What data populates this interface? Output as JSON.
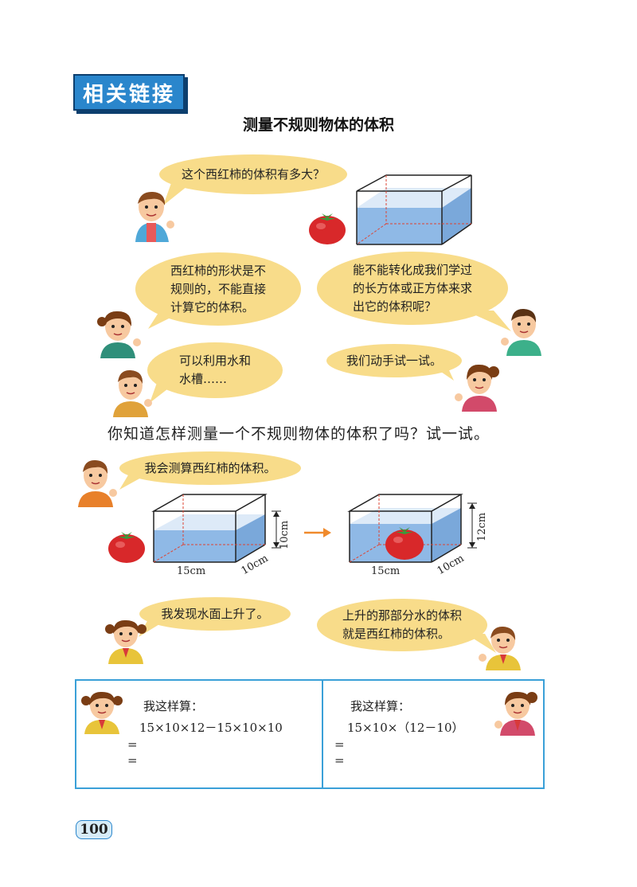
{
  "header": {
    "tag": "相关链接",
    "title": "测量不规则物体的体积"
  },
  "dialog": {
    "b1": "这个西红柿的体积有多大？",
    "b2": "西红柿的形状是不\n规则的，不能直接\n计算它的体积。",
    "b3": "能不能转化成我们学过\n的长方体或正方体来求\n出它的体积呢？",
    "b4": "可以利用水和\n水槽……",
    "b5": "我们动手试一试。"
  },
  "question": "你知道怎样测量一个不规则物体的体积了吗？试一试。",
  "experiment": {
    "bubble": "我会测算西红柿的体积。",
    "before": {
      "length": "15cm",
      "width": "10cm",
      "height": "10cm"
    },
    "after": {
      "length": "15cm",
      "width": "10cm",
      "height": "12cm"
    }
  },
  "dialog2": {
    "b1": "我发现水面上升了。",
    "b2": "上升的那部分水的体积\n就是西红柿的体积。"
  },
  "calc": {
    "left": {
      "title": "我这样算：",
      "expr": "15×10×12－15×10×10",
      "eq1": "=",
      "eq2": "="
    },
    "right": {
      "title": "我这样算：",
      "expr": "15×10×（12－10）",
      "eq1": "=",
      "eq2": "="
    }
  },
  "page_number": "100",
  "colors": {
    "bubble": "#f8dc8a",
    "water": "#8fb9e6",
    "header": "#2a86cc",
    "frame": "#3aa0d8",
    "arrow": "#f08a2c"
  }
}
